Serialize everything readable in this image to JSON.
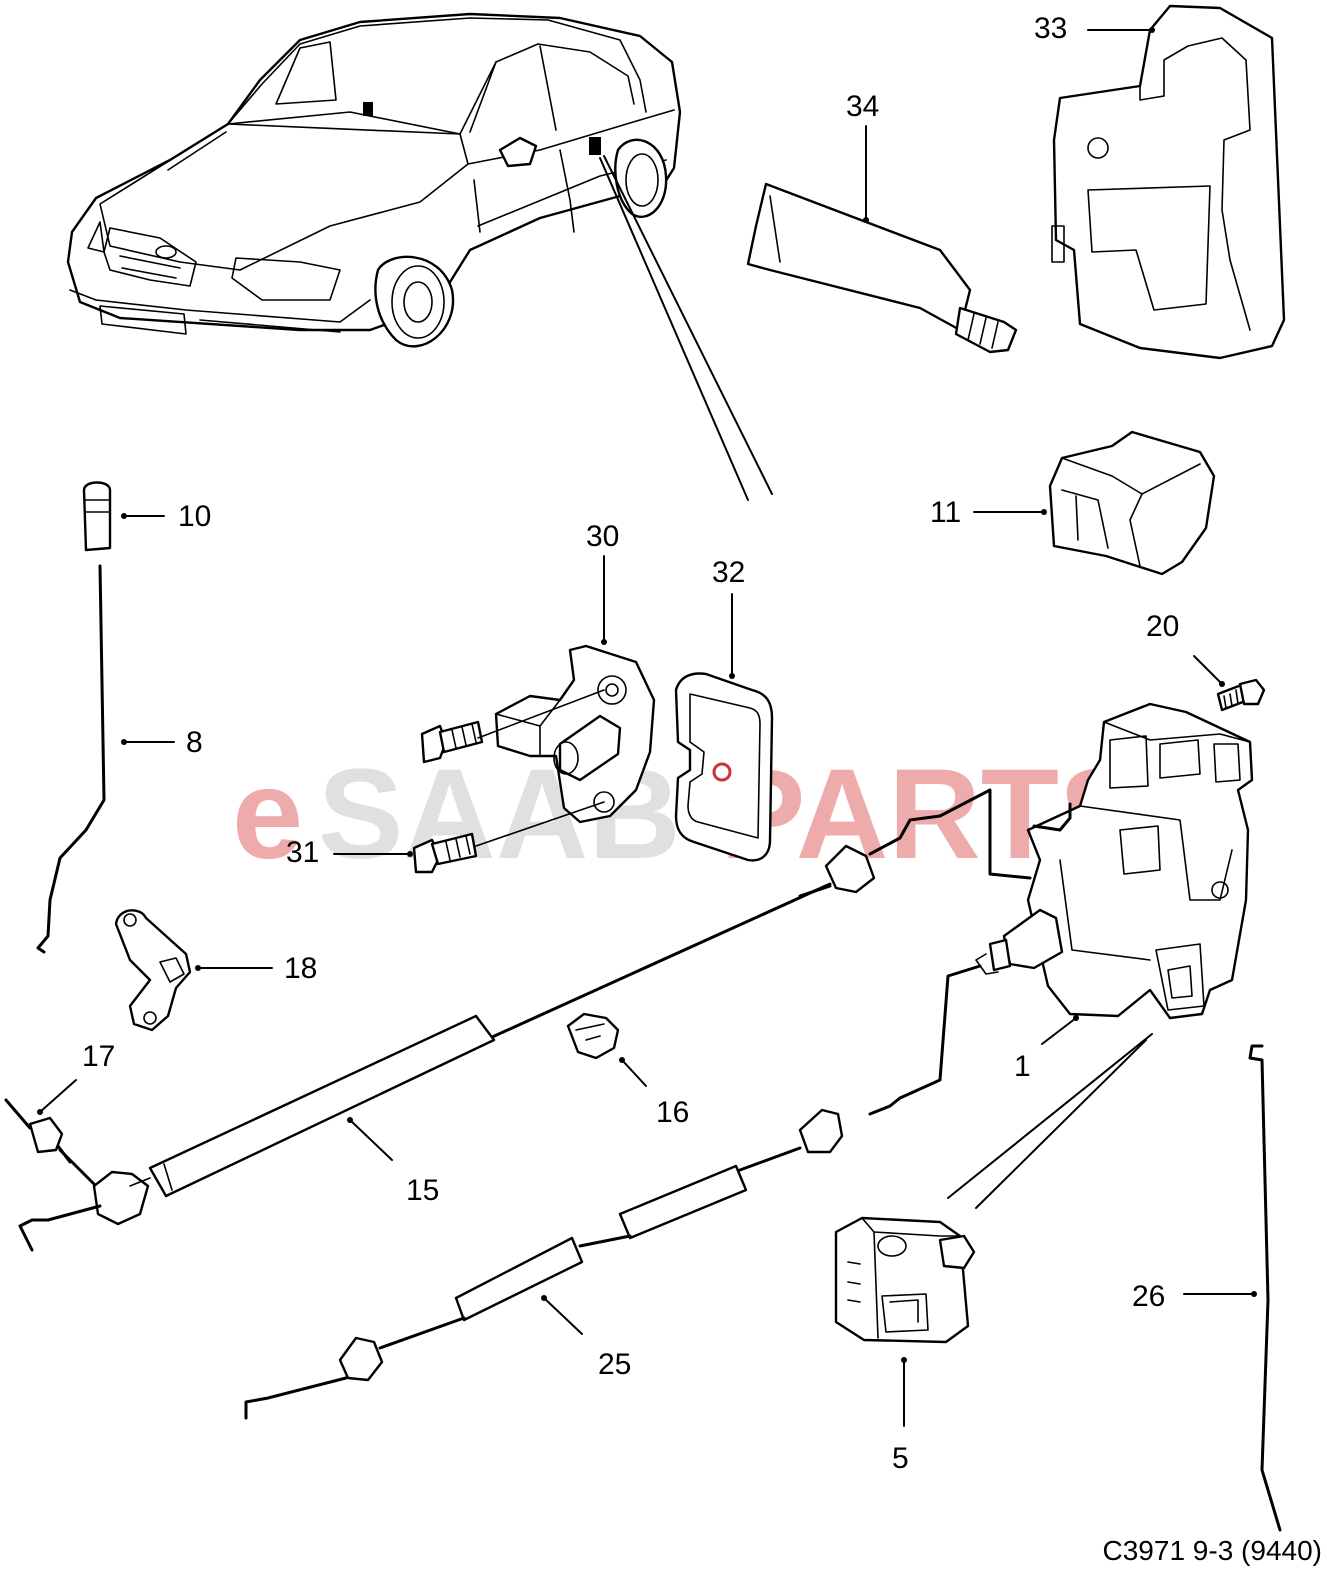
{
  "caption": "C3971 9-3 (9440)",
  "watermark": {
    "prefix": "e",
    "middle": "SAAB",
    "suffix": "PARTS",
    "prefix_color": "#e06666",
    "middle_color": "#bbbbbb",
    "suffix_color": "#e06666"
  },
  "callouts": {
    "c1": "1",
    "c5": "5",
    "c8": "8",
    "c10": "10",
    "c11": "11",
    "c15": "15",
    "c16": "16",
    "c17": "17",
    "c18": "18",
    "c20": "20",
    "c25": "25",
    "c26": "26",
    "c30": "30",
    "c31": "31",
    "c32": "32",
    "c33": "33",
    "c34": "34"
  }
}
